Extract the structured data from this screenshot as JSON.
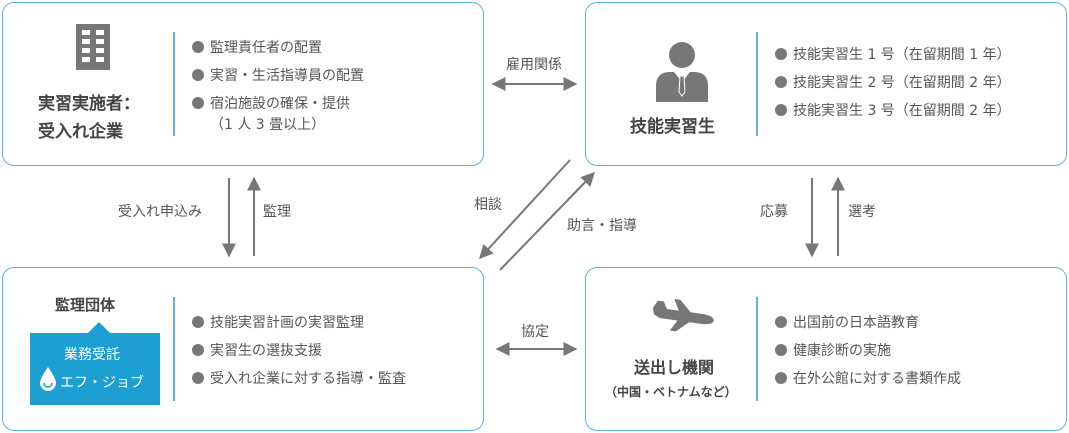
{
  "employer": {
    "title_line1": "実習実施者：",
    "title_line2": "受入れ企業",
    "icon": "building-icon",
    "items": [
      "監理責任者の配置",
      "実習・生活指導員の配置",
      "宿泊施設の確保・提供"
    ],
    "item_note": "（1 人 3 畳以上）"
  },
  "trainee": {
    "title": "技能実習生",
    "icon": "person-icon",
    "items": [
      "技能実習生 1 号（在留期間 1 年）",
      "技能実習生 2 号（在留期間 2 年）",
      "技能実習生 3 号（在留期間 2 年）"
    ]
  },
  "supervisor": {
    "title": "監理団体",
    "badge_line1": "業務受託",
    "badge_line2": "エフ・ジョブ",
    "items": [
      "技能実習計画の実習監理",
      "実習生の選抜支援",
      "受入れ企業に対する指導・監査"
    ]
  },
  "sending": {
    "title": "送出し機関",
    "subtitle": "（中国・ベトナムなど）",
    "icon": "airplane-icon",
    "items": [
      "出国前の日本語教育",
      "健康診断の実施",
      "在外公館に対する書類作成"
    ]
  },
  "relations": {
    "employment": "雇用関係",
    "apply": "受入れ申込み",
    "supervise": "監理",
    "consult": "相談",
    "advice": "助言・指導",
    "agreement": "協定",
    "application": "応募",
    "selection": "選考"
  },
  "colors": {
    "border": "#5bb5d5",
    "badge": "#1e9fd4",
    "icon": "#777777",
    "arrow": "#777777"
  }
}
